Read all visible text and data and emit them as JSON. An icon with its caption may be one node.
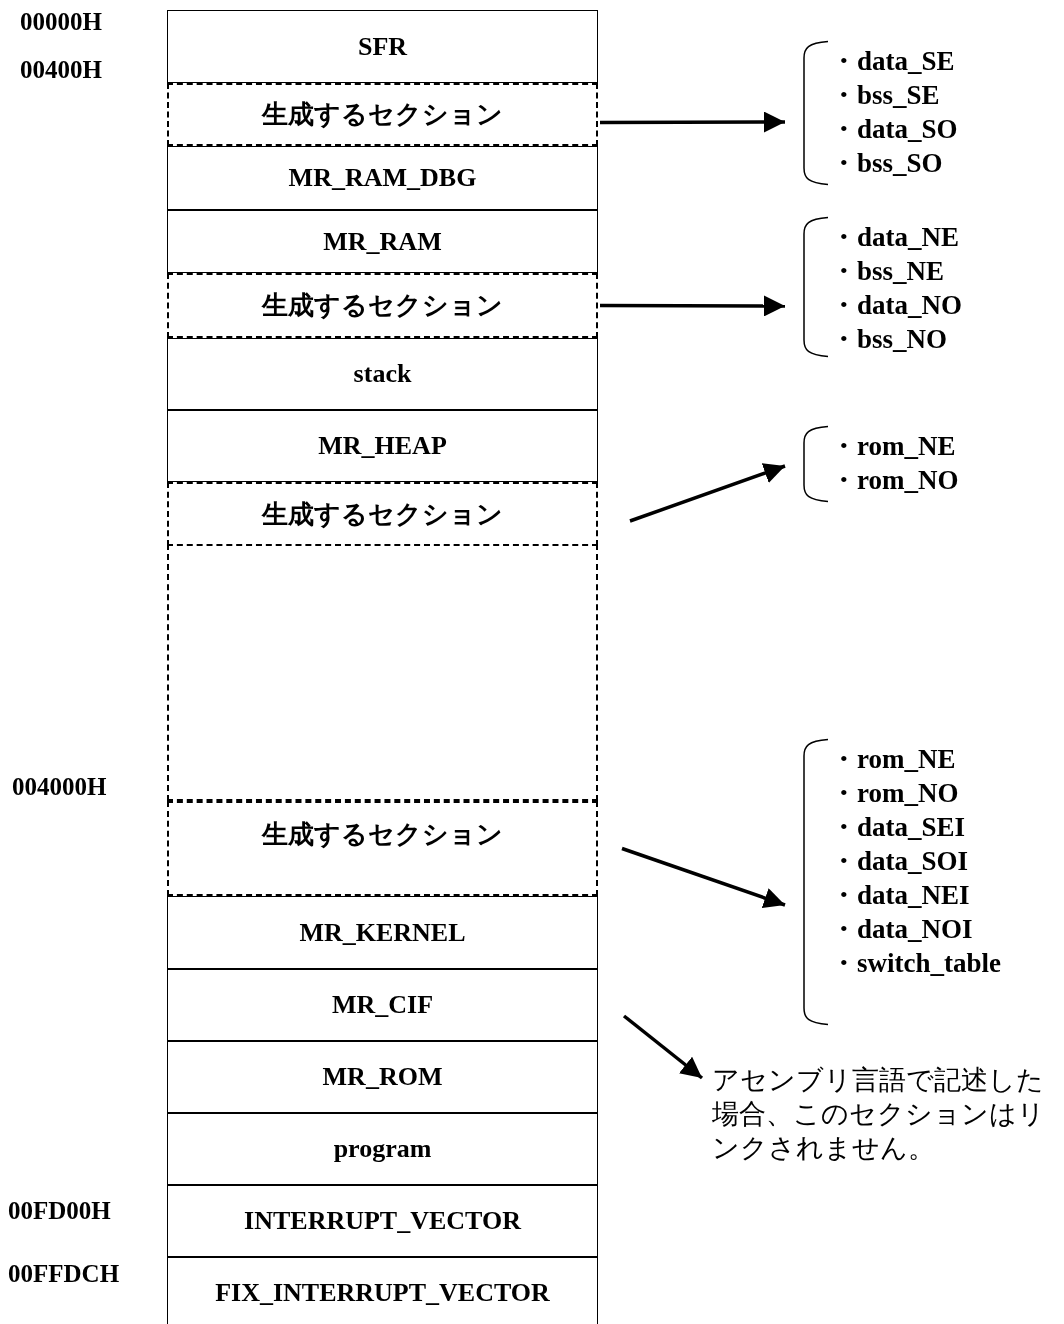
{
  "diagram": {
    "nodes": [
      {
        "text": [
          "SFR"
        ]
      },
      {
        "text": [
          "生成するセクション"
        ]
      },
      {
        "text": [
          "MR_RAM_DBG"
        ]
      },
      {
        "text": [
          "MR_RAM"
        ]
      },
      {
        "text": [
          "生成するセクション"
        ]
      },
      {
        "text": [
          "stack"
        ]
      },
      {
        "text": [
          "MR_HEAP"
        ]
      },
      {
        "text": [
          "生成するセクション"
        ]
      },
      {
        "text": [],
        "shape": "box"
      },
      {
        "text": [
          "生成するセクション"
        ]
      },
      {
        "text": [
          "MR_KERNEL"
        ]
      },
      {
        "text": [
          "MR_CIF"
        ]
      },
      {
        "text": [
          "MR_ROM"
        ]
      },
      {
        "text": [
          "program"
        ]
      },
      {
        "text": [
          "INTERRUPT_VECTOR"
        ]
      },
      {
        "text": [
          "FIX_INTERRUPT_VECTOR"
        ]
      },
      {
        "text": [
          "・data_SE",
          "・bss_SE",
          "・data_SO",
          "・bss_SO"
        ]
      },
      {
        "text": [
          "・data_NE",
          "・bss_NE",
          "・data_NO",
          "・bss_NO"
        ]
      },
      {
        "text": [
          "・rom_NE",
          "・rom_NO"
        ]
      },
      {
        "text": [
          "・rom_NE",
          "・rom_NO",
          "・data_SEI",
          "・data_SOI",
          "・data_NEI",
          "・data_NOI",
          "・switch_table"
        ]
      },
      {
        "text": [
          "アセンブリ言語で記述した場合、このセクションはリンクされません。"
        ]
      }
    ],
    "edges": [
      {
        "from": 1,
        "to": 16,
        "arrow": "to"
      },
      {
        "from": 4,
        "to": 17,
        "arrow": "to"
      },
      {
        "from": 7,
        "to": 18,
        "arrow": "to"
      },
      {
        "from": 9,
        "to": 19,
        "arrow": "to"
      },
      {
        "from": 11,
        "to": 20,
        "arrow": "to"
      }
    ],
    "labels": [
      "00000H",
      "00400H",
      "004000H",
      "00FD00H",
      "00FFDCH"
    ]
  }
}
